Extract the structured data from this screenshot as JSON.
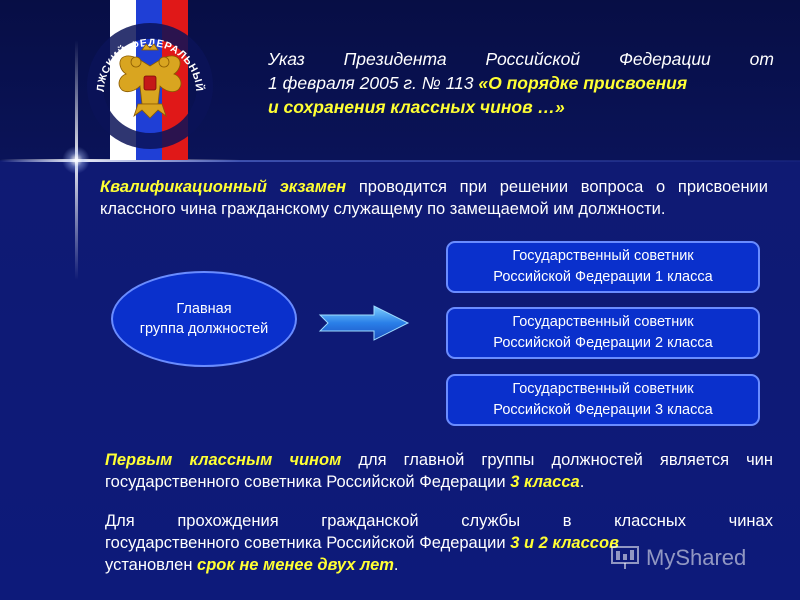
{
  "emblem": {
    "ring_text": "ПРИВОЛЖСКИЙ ФЕДЕРАЛЬНЫЙ ОКРУГ",
    "colors": {
      "white": "#ffffff",
      "blue": "#1f3fd6",
      "red": "#e01818",
      "gold": "#d9a520"
    }
  },
  "decree": {
    "line1_words": [
      "Указ",
      "Президента",
      "Российской",
      "Федерации",
      "от"
    ],
    "line2_plain": "1 февраля 2005 г. № 113 ",
    "line2_highlight": "«О порядке присвоения",
    "line3_highlight": "и сохранения классных чинов …»"
  },
  "exam": {
    "highlight": "Квалификационный экзамен",
    "text_rest": " проводится при решении вопроса о присвоении классного чина гражданскому служащему по замещаемой им должности."
  },
  "diagram": {
    "group_line1": "Главная",
    "group_line2": "группа должностей",
    "ranks": [
      {
        "line1": "Государственный советник",
        "line2": "Российской Федерации 1 класса"
      },
      {
        "line1": "Государственный советник",
        "line2": "Российской Федерации 2 класса"
      },
      {
        "line1": "Государственный советник",
        "line2": "Российской Федерации 3 класса"
      }
    ]
  },
  "first_rank": {
    "highlight": "Первым классным чином",
    "text_mid": " для главной группы должностей является чин государственного советника Российской Федерации ",
    "highlight2": "3 класса",
    "text_end": "."
  },
  "service": {
    "line1_words": [
      "Для",
      "прохождения",
      "гражданской",
      "службы",
      "в",
      "классных",
      "чинах"
    ],
    "line2_plain": "государственного советника Российской Федерации ",
    "line2_highlight": "3 и 2 классов",
    "line3_plain": "установлен ",
    "line3_highlight": "срок не менее двух лет",
    "line3_end": "."
  },
  "watermark": {
    "text": "MyShared"
  },
  "colors": {
    "highlight": "#ffff33",
    "shape_fill": "#0a30cc",
    "shape_border": "#6a8cff",
    "background": "#0d1a7a"
  }
}
